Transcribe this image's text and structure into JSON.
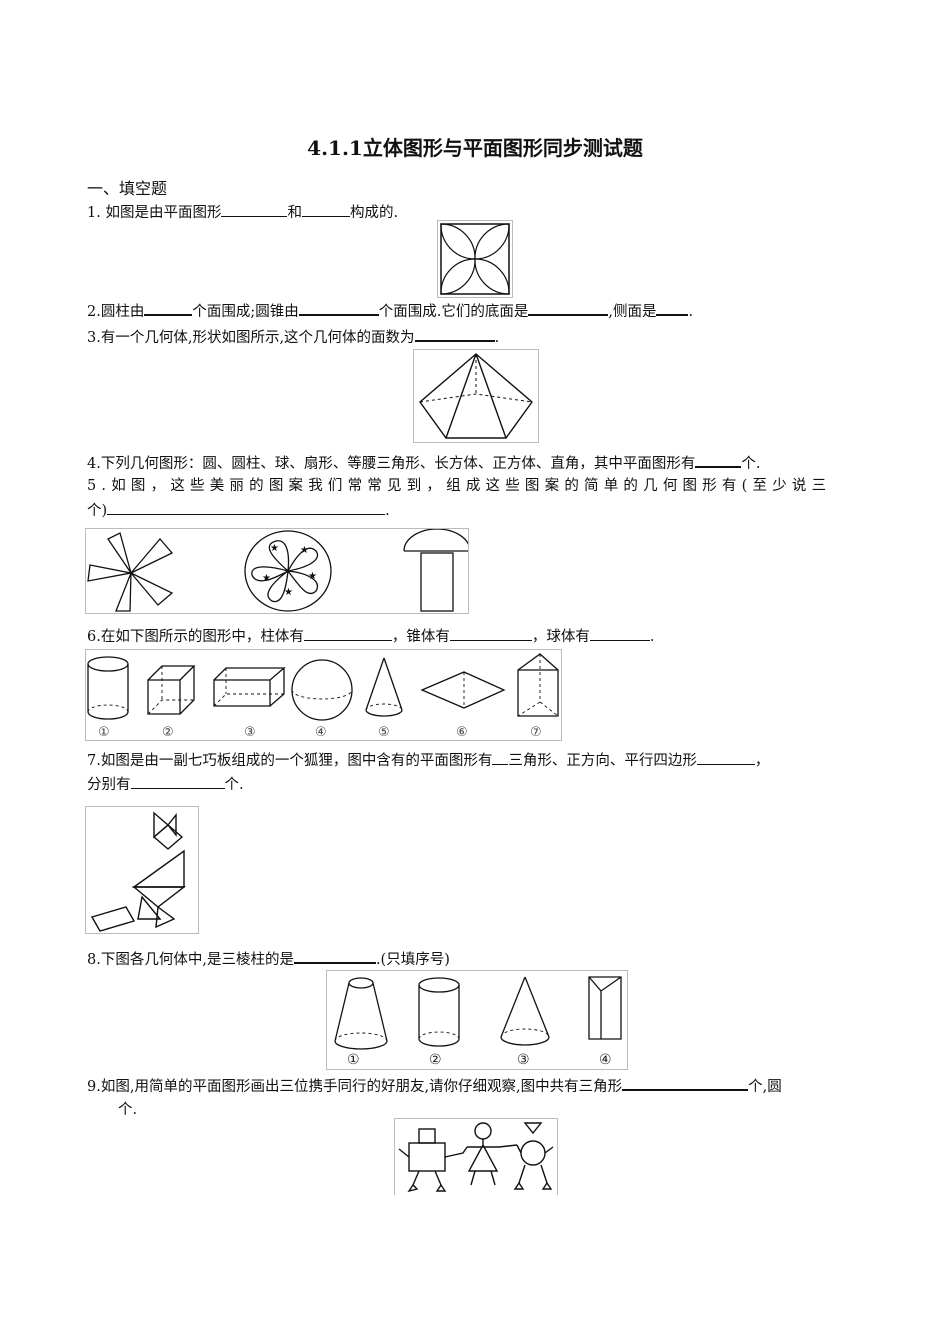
{
  "title": "4.1.1立体图形与平面图形同步测试题",
  "section": "一、填空题",
  "q1": {
    "a": "1. 如图是由平面图形",
    "b": "和",
    "c": "构成的."
  },
  "q2": {
    "a": "2.圆柱由",
    "b": "个面围成;圆锥由",
    "c": "个面围成.它们的底面是",
    "d": ",侧面是",
    "e": "."
  },
  "q3": {
    "a": "3.有一个几何体,形状如图所示,这个几何体的面数为",
    "b": "."
  },
  "q4": {
    "a": "4.下列几何图形：圆、圆柱、球、扇形、等腰三角形、长方体、正方体、直角，其中平面图形有",
    "b": "个."
  },
  "q5": {
    "a": "5.如图，这些美丽的图案我们常常见到，组成这些图案的简单的几何图形有(至少说三",
    "b": "个)",
    "c": "."
  },
  "q6": {
    "a": "6.在如下图所示的图形中，柱体有",
    "b": "，锥体有",
    "c": "，球体有",
    "d": ".",
    "labels": [
      "①",
      "②",
      "③",
      "④",
      "⑤",
      "⑥",
      "⑦"
    ]
  },
  "q7": {
    "a": "7.如图是由一副七巧板组成的一个狐狸，图中含有的平面图形有",
    "b": "三角形、正方向、平行四边形",
    "c": "，",
    "d": "分别有",
    "e": "个."
  },
  "q8": {
    "a": "8.下图各几何体中,是三棱柱的是",
    "b": ".(只填序号)",
    "labels": [
      "①",
      "②",
      "③",
      "④"
    ]
  },
  "q9": {
    "a": "9.如图,用简单的平面图形画出三位携手同行的好朋友,请你仔细观察,图中共有三角形",
    "b": "个,圆",
    "c": "个."
  }
}
